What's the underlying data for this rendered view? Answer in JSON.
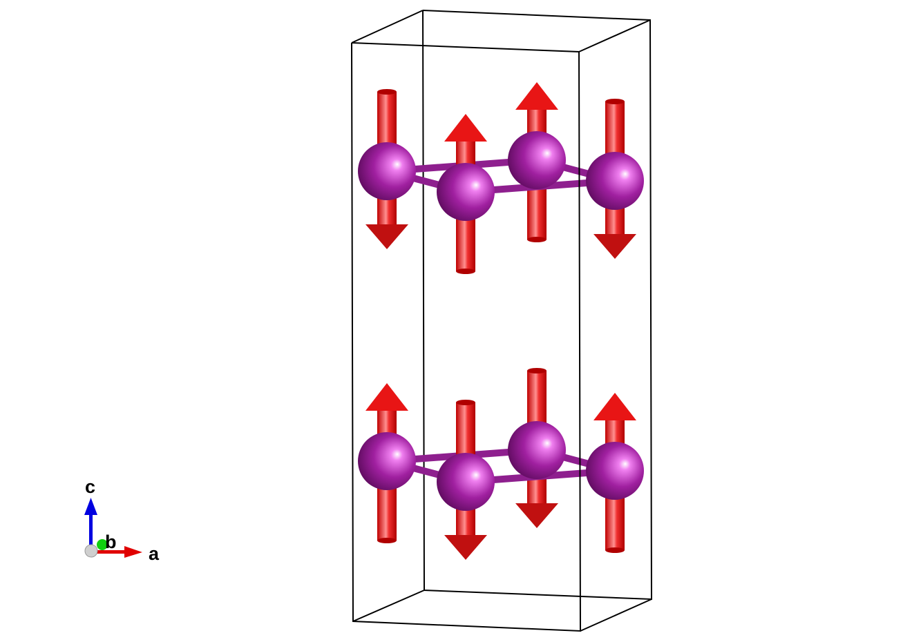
{
  "structure": {
    "layers": [
      {
        "name": "top",
        "spins": [
          "down",
          "up",
          "up",
          "down"
        ]
      },
      {
        "name": "bottom",
        "spins": [
          "up",
          "down",
          "down",
          "up"
        ]
      }
    ],
    "colors": {
      "atom": "#a020a0",
      "bond": "#8e1f8e",
      "spin": "#e41b1b",
      "cell": "#000000"
    }
  },
  "axes": {
    "a_label": "a",
    "b_label": "b",
    "c_label": "c",
    "colors": {
      "a": "#e00000",
      "b": "#00cc00",
      "c": "#0000e0",
      "origin": "#c8c8c8"
    }
  }
}
